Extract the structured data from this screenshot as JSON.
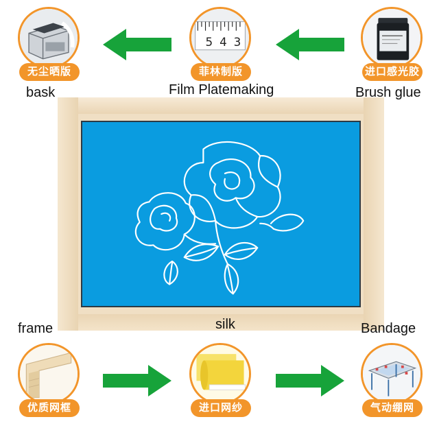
{
  "steps": [
    {
      "id": "exposure",
      "cn": "无尘晒版",
      "en": "bask"
    },
    {
      "id": "film",
      "cn": "菲林制版",
      "en": "Film Platemaking"
    },
    {
      "id": "glue",
      "cn": "进口感光胶",
      "en": "Brush glue"
    },
    {
      "id": "frame",
      "cn": "优质网框",
      "en": "frame"
    },
    {
      "id": "silk",
      "cn": "进口网纱",
      "en": "silk"
    },
    {
      "id": "stretch",
      "cn": "气动绷网",
      "en": "Bandage"
    }
  ],
  "colors": {
    "accent": "#f2952a",
    "arrow": "#17a33a",
    "mesh": "#0a9ce0",
    "frame": "#f0dfc4"
  },
  "icons": {
    "exposure": "exposure-machine-icon",
    "film": "film-ruler-icon",
    "glue": "emulsion-can-icon",
    "frame": "wood-frame-icon",
    "silk": "mesh-roll-icon",
    "stretch": "stretching-machine-icon"
  }
}
